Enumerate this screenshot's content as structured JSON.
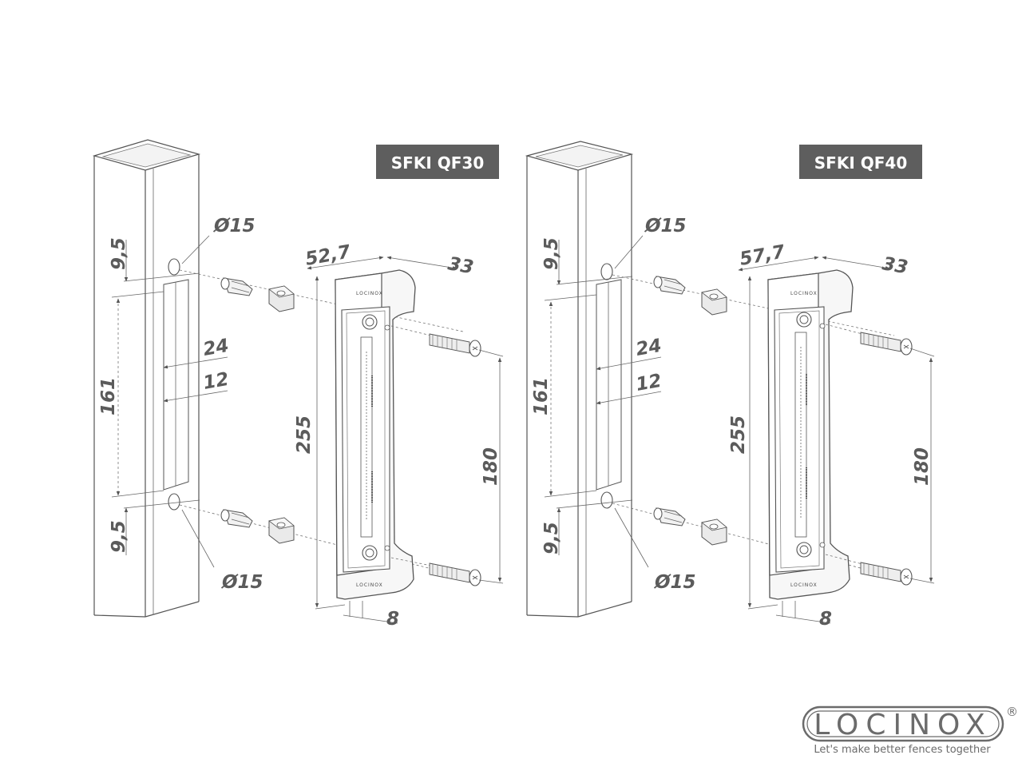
{
  "products": [
    {
      "label": "SFKI QF30",
      "width_dim": "52,7",
      "depth_dim": "33",
      "height_dim": "255",
      "screw_spacing_dim": "180",
      "offset_dim": "8",
      "post": {
        "hole_top_dia": "Ø15",
        "hole_bottom_dia": "Ø15",
        "top_offset": "9,5",
        "bottom_offset": "9,5",
        "slot_length": "161",
        "dim_24": "24",
        "dim_12": "12"
      }
    },
    {
      "label": "SFKI QF40",
      "width_dim": "57,7",
      "depth_dim": "33",
      "height_dim": "255",
      "screw_spacing_dim": "180",
      "offset_dim": "8",
      "post": {
        "hole_top_dia": "Ø15",
        "hole_bottom_dia": "Ø15",
        "top_offset": "9,5",
        "bottom_offset": "9,5",
        "slot_length": "161",
        "dim_24": "24",
        "dim_12": "12"
      }
    }
  ],
  "brand": {
    "logo": "LOCINOX",
    "registered": "®",
    "slogan": "Let's make better fences together",
    "plate_mark": "LOCINOX"
  }
}
